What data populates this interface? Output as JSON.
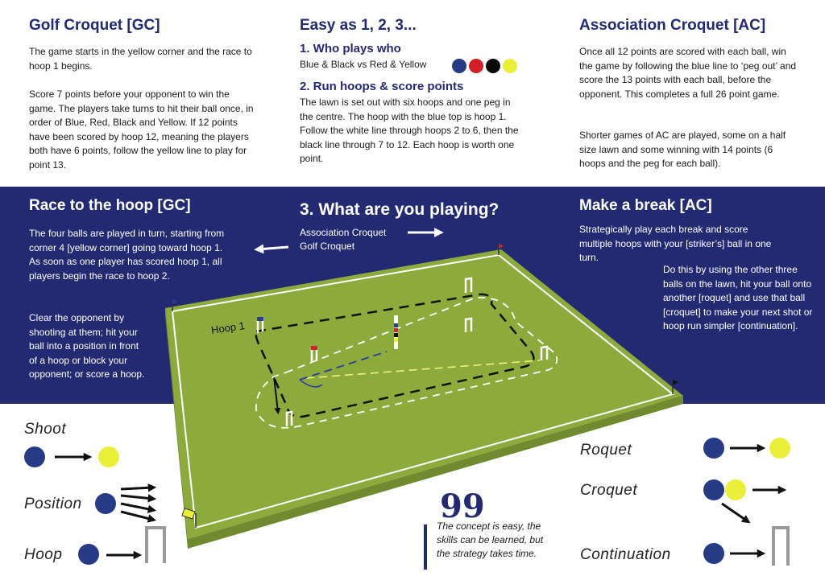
{
  "gc": {
    "title": "Golf Croquet [GC]",
    "p1": "The game starts in the yellow corner and the race to hoop 1 begins.",
    "p2": "Score 7 points before your opponent to win the game.  The players take turns to hit their ball once, in order of Blue, Red, Black and Yellow. If 12 points have been scored by hoop 12, meaning the players both have 6 points, follow the yellow line to play for point 13."
  },
  "easy": {
    "title": "Easy as 1, 2, 3...",
    "who_title": "1. Who plays who",
    "who_text": "Blue & Black vs Red & Yellow",
    "run_title": "2. Run hoops & score points",
    "run_text": "The lawn is set out with six hoops and one peg in the centre. The hoop with the blue top is hoop 1. Follow the white line through hoops 2 to 6, then the black line through 7 to 12. Each hoop is worth one point."
  },
  "ac": {
    "title": "Association Croquet [AC]",
    "p1": "Once all 12 points are scored with each ball, win the game by following the blue line to ‘peg out’ and score the 13 points with each ball, before the opponent.  This completes a full 26 point game.",
    "p2": "Shorter games of AC are played, some on a half size lawn and some winning with 14 points (6 hoops and the peg for each ball)."
  },
  "race": {
    "title": "Race to the hoop [GC]",
    "p1": "The four balls are played in turn, starting from corner 4 [yellow corner] going toward hoop 1.  As soon as one player has scored hoop 1, all players begin the race to hoop 2.",
    "p2": "Clear the opponent by shooting at them; hit your ball into a position in front of a hoop or block your opponent; or score a hoop."
  },
  "playing": {
    "title": "3. What are you playing?",
    "ac": "Association Croquet",
    "gc": "Golf Croquet"
  },
  "break": {
    "title": "Make a break [AC]",
    "p1": "Strategically play each break and score multiple hoops with your [striker’s] ball in one turn.",
    "p2": "Do this by using the other three balls on the lawn, hit your ball onto another [roquet] and use that ball [croquet] to make your next shot or hoop run simpler [continuation]."
  },
  "lawn": {
    "hoop1": "Hoop 1"
  },
  "shots_left": {
    "shoot": "Shoot",
    "position": "Position",
    "hoop": "Hoop"
  },
  "shots_right": {
    "roquet": "Roquet",
    "croquet": "Croquet",
    "continuation": "Continuation"
  },
  "quote": {
    "mark": "99",
    "text": "The concept is easy, the skills can be learned, but the strategy takes time."
  },
  "colors": {
    "navy": "#232a72",
    "ball_blue": "#263a86",
    "ball_red": "#d1202a",
    "ball_black": "#0a0a0a",
    "ball_yellow": "#eaef3a",
    "lawn": "#8cab3c"
  }
}
